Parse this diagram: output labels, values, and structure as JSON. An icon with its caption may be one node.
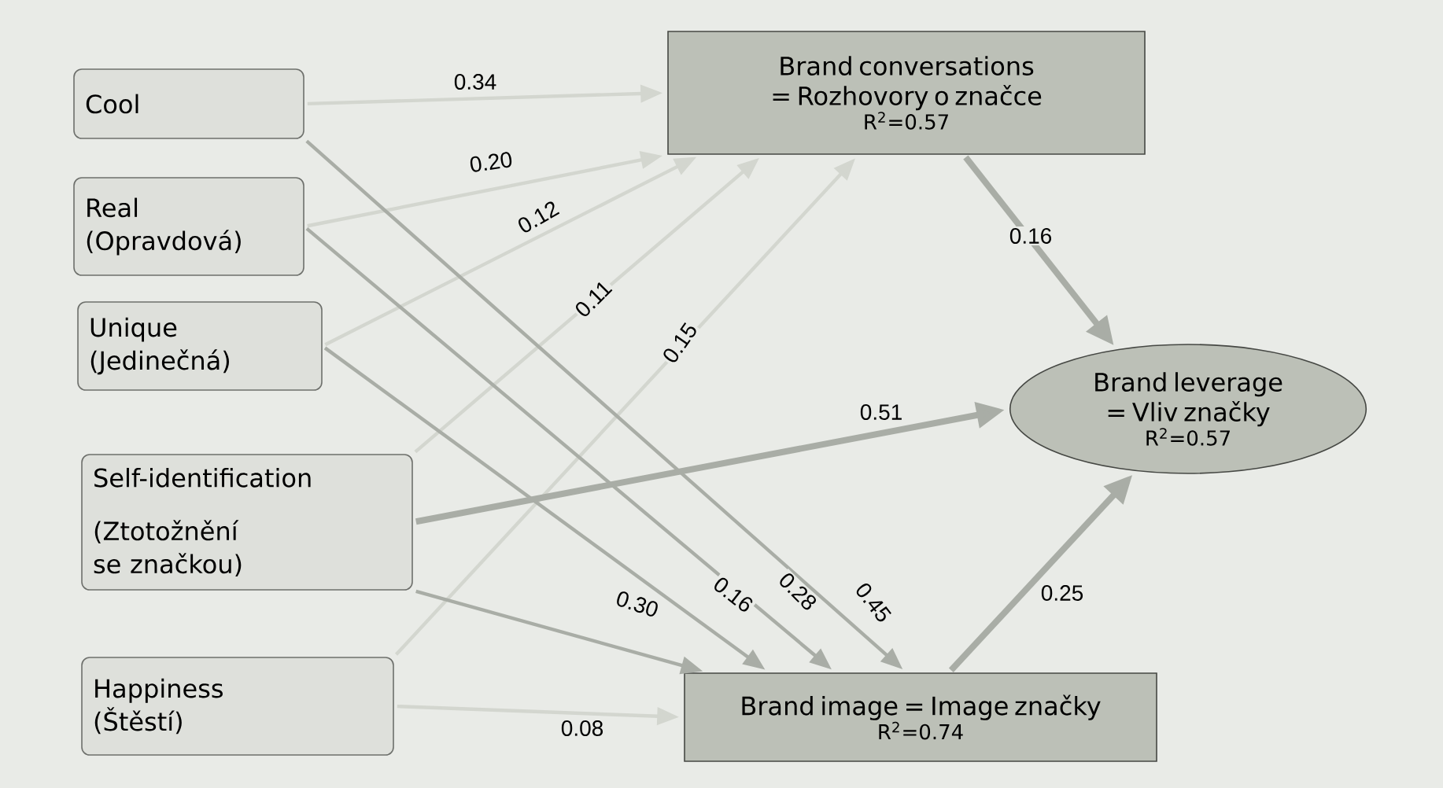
{
  "diagram": {
    "nodes": [
      {
        "text": [
          "Cool"
        ]
      },
      {
        "text": [
          "Real",
          "(Opravdová)"
        ]
      },
      {
        "text": [
          "Unique",
          "(Jedinečná)"
        ]
      },
      {
        "text": [
          "Self-identification",
          "(Ztotožnění se značkou)"
        ]
      },
      {
        "text": [
          "Happiness",
          "(Štěstí)"
        ]
      },
      {
        "text": [
          "Brand conversations = Rozhovory o značce",
          "R$^{2}$=0.57"
        ]
      },
      {
        "text": [
          "Brand leverage = Vliv značky",
          "R$^{2}$=0.57"
        ]
      },
      {
        "text": [
          "Brand image = Image značky",
          "R$^{2}$=0.74"
        ]
      }
    ],
    "edges": [
      {
        "from": 0,
        "to": 5,
        "arrow": "to",
        "label": "0.34",
        "color": "#d3d6cf"
      },
      {
        "from": 1,
        "to": 5,
        "arrow": "to",
        "label": "0.20",
        "color": "#d3d6cf"
      },
      {
        "from": 2,
        "to": 5,
        "arrow": "to",
        "label": "0.12",
        "color": "#d3d6cf"
      },
      {
        "from": 3,
        "to": 5,
        "arrow": "to",
        "label": "0.11",
        "color": "#d3d6cf"
      },
      {
        "from": 4,
        "to": 5,
        "arrow": "to",
        "label": "0.15",
        "color": "#d3d6cf"
      },
      {
        "from": 0,
        "to": 7,
        "arrow": "to",
        "label": "0.45"
      },
      {
        "from": 1,
        "to": 7,
        "arrow": "to",
        "label": "0.28"
      },
      {
        "from": 2,
        "to": 7,
        "arrow": "to",
        "label": "0.16"
      },
      {
        "from": 3,
        "to": 7,
        "arrow": "to",
        "label": "0.30"
      },
      {
        "from": 4,
        "to": 7,
        "arrow": "to",
        "label": "0.08",
        "color": "#d3d6cf"
      },
      {
        "from": 5,
        "to": 6,
        "arrow": "to",
        "label": "0.16",
        "style": "thick"
      },
      {
        "from": 3,
        "to": 6,
        "arrow": "to",
        "label": "0.51",
        "style": "thick"
      },
      {
        "from": 7,
        "to": 6,
        "arrow": "to",
        "label": "0.25",
        "style": "thick"
      }
    ]
  }
}
